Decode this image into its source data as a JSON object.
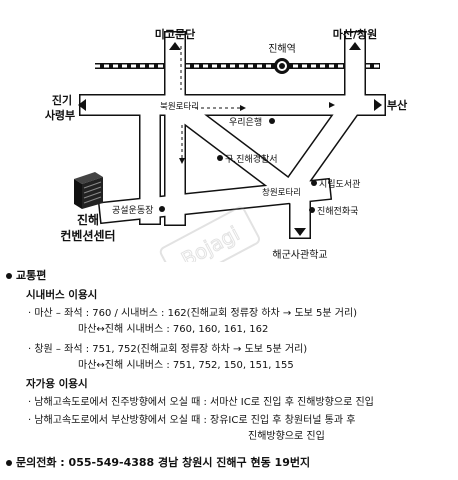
{
  "map": {
    "places": {
      "migomundan": "미고문단",
      "jinhae_station": "진해역",
      "masan_changwon": "마산/창원",
      "jingi": "진기",
      "saryeongbu": "사령부",
      "busan": "부산",
      "bukwon_rotary": "북원로타리",
      "woori_bank": "우리은행",
      "police_station": "구.진해경찰서",
      "changwon_rotary": "창원로타리",
      "city_library": "시립도서관",
      "sports_field": "공설운동장",
      "telecom": "진해전화국",
      "naval_academy": "해군사관학교",
      "convention_line1": "진해",
      "convention_line2": "컨벤션센터"
    },
    "watermark": "Bojagi"
  },
  "info": {
    "traffic_title": "교통편",
    "bus_title": "시내버스 이용시",
    "bus_masan_1": "· 마산 – 좌석 : 760 / 시내버스 : 162(진해교회 정류장 하차 → 도보 5분 거리)",
    "bus_masan_2": "마산↔진해 시내버스 : 760, 160, 161, 162",
    "bus_changwon_1": "· 창원 – 좌석 : 751, 752(진해교회 정류장 하차 → 도보 5분 거리)",
    "bus_changwon_2": "마산↔진해 시내버스 : 751, 752, 150, 151, 155",
    "car_title": "자가용 이용시",
    "car_1": "· 남해고속도로에서 진주방향에서 오실 때 : 서마산 IC로 진입 후 진해방향으로 진입",
    "car_2": "· 남해고속도로에서 부산방향에서 오실 때 : 장유IC로 진입 후 창원터널 통과 후",
    "car_3": "진해방향으로 진입",
    "contact": "문의전화 : 055-549-4388  경남 창원시 진해구 현동 19번지"
  }
}
